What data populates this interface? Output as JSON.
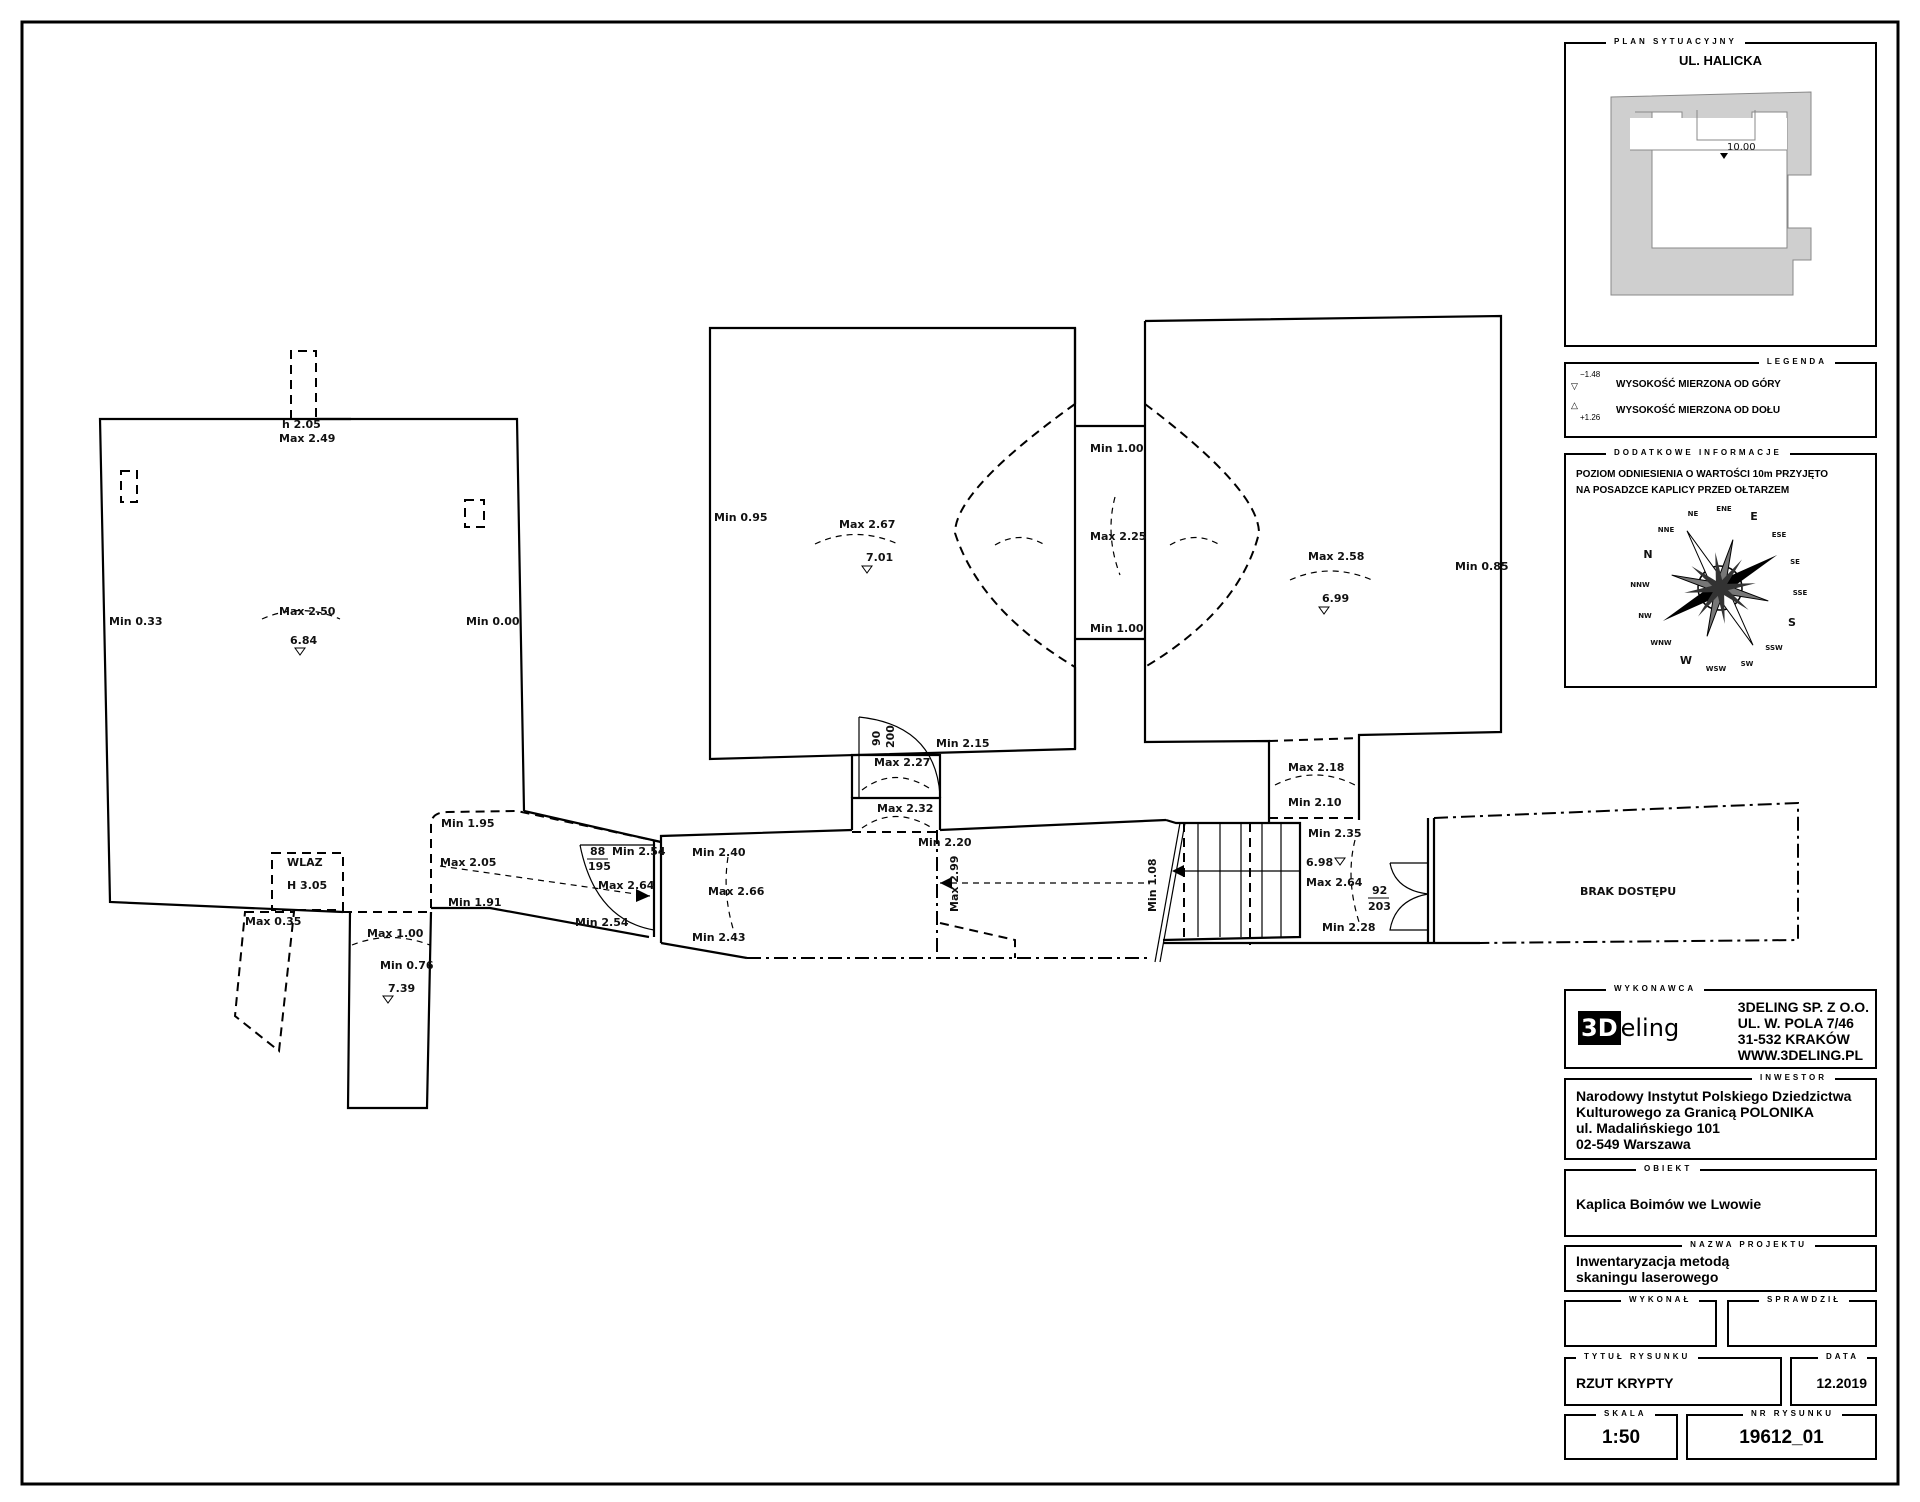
{
  "plan_labels": {
    "h205": "h 2.05",
    "max249": "Max 2.49",
    "min033": "Min 0.33",
    "max250": "Max 2.50",
    "h684": "6.84",
    "min000": "Min 0.00",
    "wlaz": "WLAZ",
    "h305": "H 3.05",
    "max035": "Max 0.35",
    "max100": "Max 1.00",
    "min076": "Min 0.76",
    "h739": "7.39",
    "min195": "Min 1.95",
    "max205": "Max 2.05",
    "min191": "Min 1.91",
    "door1_w": "88",
    "door1_h": "195",
    "min254a": "Min 2.54",
    "max264a": "Max 2.64",
    "min254b": "Min 2.54",
    "min240": "Min 2.40",
    "max266": "Max 2.66",
    "min243": "Min 2.43",
    "door2_w": "90",
    "door2_h": "200",
    "max227": "Max 2.27",
    "min215": "Min 2.15",
    "max232": "Max 2.32",
    "min220": "Min 2.20",
    "max299": "Max 2.99",
    "min108": "Min 1.08",
    "min095": "Min 0.95",
    "max267": "Max 2.67",
    "h701": "7.01",
    "min100a": "Min 1.00",
    "max225": "Max 2.25",
    "min100b": "Min 1.00",
    "max258": "Max 2.58",
    "h699": "6.99",
    "min085": "Min 0.85",
    "max218": "Max 2.18",
    "min210": "Min 2.10",
    "min235": "Min 2.35",
    "h698": "6.98",
    "max264b": "Max 2.64",
    "min228": "Min 2.28",
    "door3_w": "92",
    "door3_h": "203",
    "brak": "BRAK DOSTĘPU"
  },
  "situation": {
    "label": "PLAN SYTUACYJNY",
    "street": "UL. HALICKA",
    "level": "10.00"
  },
  "legend": {
    "label": "LEGENDA",
    "items": [
      {
        "value": "−1.48",
        "text": "WYSOKOŚĆ MIERZONA OD GÓRY"
      },
      {
        "value": "+1.26",
        "text": "WYSOKOŚĆ MIERZONA OD DOŁU"
      }
    ]
  },
  "info": {
    "label": "DODATKOWE INFORMACJE",
    "line1": "POZIOM ODNIESIENIA O WARTOŚCI 10m PRZYJĘTO",
    "line2": "NA POSADZCE KAPLICY PRZED OŁTARZEM",
    "compass": [
      "N",
      "NNE",
      "NE",
      "ENE",
      "E",
      "ESE",
      "SE",
      "SSE",
      "S",
      "SSW",
      "SW",
      "WSW",
      "W",
      "WNW",
      "NW",
      "NNW"
    ]
  },
  "contractor": {
    "label": "WYKONAWCA",
    "logo_a": "3D",
    "logo_b": "eling",
    "lines": [
      "3DELING SP. Z O.O.",
      "UL. W. POLA 7/46",
      "31-532 KRAKÓW",
      "WWW.3DELING.PL"
    ]
  },
  "investor": {
    "label": "INWESTOR",
    "lines": [
      "Narodowy Instytut Polskiego Dziedzictwa",
      "Kulturowego za Granicą POLONIKA",
      "ul. Madalińskiego 101",
      "02-549 Warszawa"
    ]
  },
  "object": {
    "label": "OBIEKT",
    "value": "Kaplica Boimów we Lwowie"
  },
  "project": {
    "label": "NAZWA PROJEKTU",
    "line1": "Inwentaryzacja metodą",
    "line2": "skaningu laserowego"
  },
  "made_by": {
    "label": "WYKONAŁ"
  },
  "checked_by": {
    "label": "SPRAWDZIŁ"
  },
  "title": {
    "label": "TYTUŁ RYSUNKU",
    "value": "RZUT KRYPTY"
  },
  "date": {
    "label": "DATA",
    "value": "12.2019"
  },
  "scale": {
    "label": "SKALA",
    "value": "1:50"
  },
  "number": {
    "label": "NR RYSUNKU",
    "value": "19612_01"
  }
}
